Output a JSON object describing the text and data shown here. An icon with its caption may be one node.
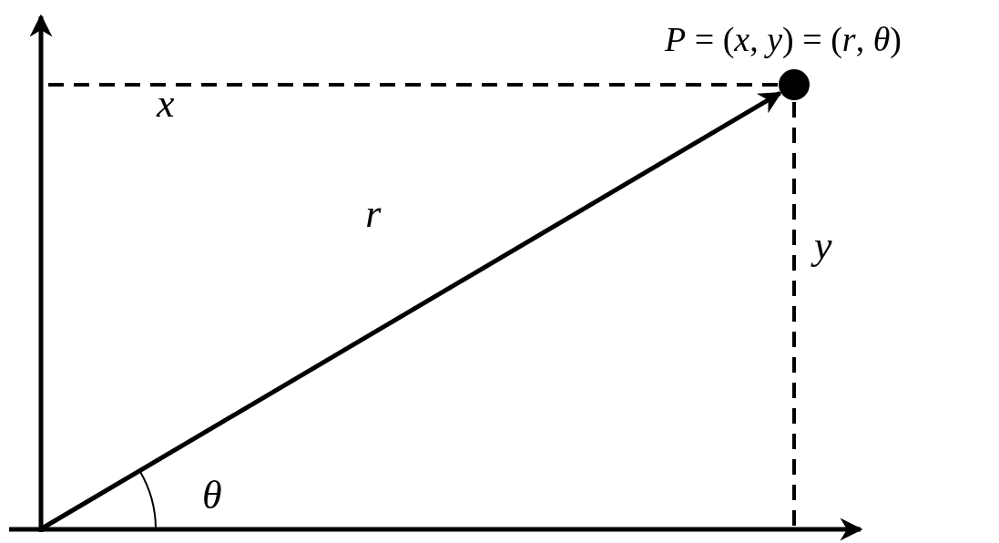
{
  "diagram": {
    "nodes": [
      {
        "text": [],
        "shape": "circle",
        "beside": [
          "*P* = (*x*, *y*) = (*r*, *θ*)"
        ]
      },
      {
        "text": [],
        "shape": "line"
      }
    ],
    "edges": [
      {
        "from": 1,
        "to": 0,
        "arrow": "to",
        "label": "r"
      },
      {
        "from": 0,
        "to": 1,
        "arrow": "none",
        "style": "dashed"
      }
    ],
    "labels": [
      "x",
      "y",
      "θ"
    ]
  }
}
